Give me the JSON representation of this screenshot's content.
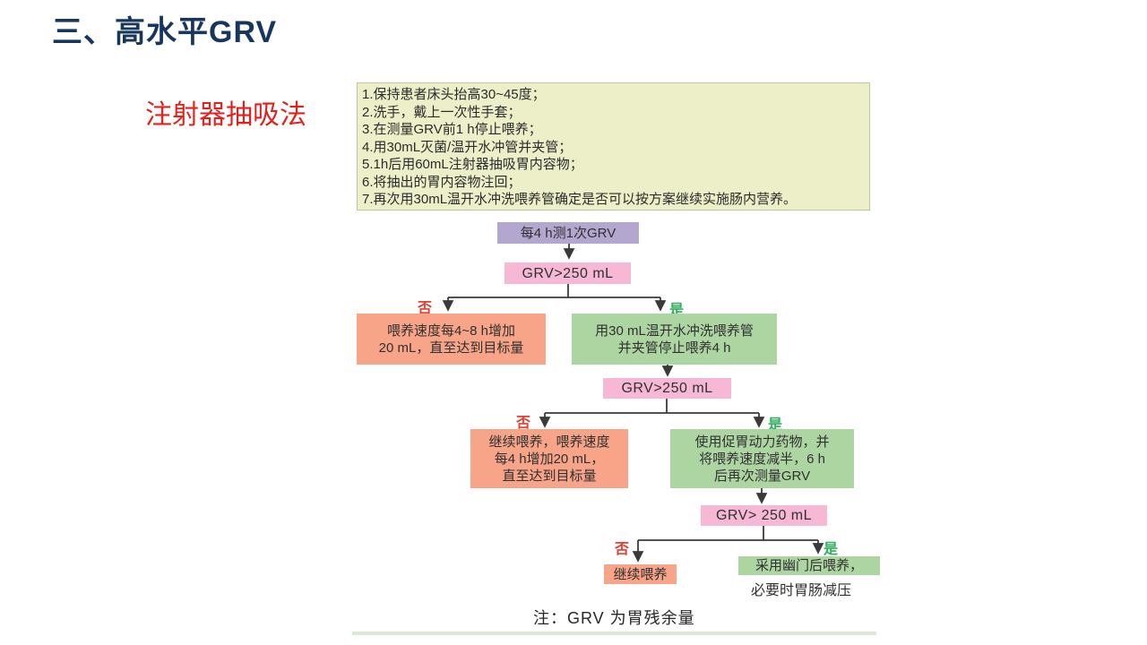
{
  "slide": {
    "title": "三、高水平GRV",
    "method_label": "注射器抽吸法",
    "note": "注：GRV 为胃残余量"
  },
  "procedure": {
    "steps": [
      "1.保持患者床头抬高30~45度；",
      "2.洗手，戴上一次性手套；",
      "3.在测量GRV前1 h停止喂养；",
      "4.用30mL灭菌/温开水冲管并夹管；",
      "5.1h后用60mL注射器抽吸胃内容物；",
      "6.将抽出的胃内容物注回；",
      "7.再次用30mL温开水冲洗喂养管确定是否可以按方案继续实施肠内营养。"
    ]
  },
  "flowchart": {
    "decision_labels": {
      "no": "否",
      "yes": "是"
    },
    "start": "每4 h测1次GRV",
    "check1": "GRV>250 mL",
    "no1": "喂养速度每4~8 h增加\n20 mL，直至达到目标量",
    "yes1": "用30 mL温开水冲洗喂养管\n并夹管停止喂养4 h",
    "check2": "GRV>250 mL",
    "no2": "继续喂养，喂养速度\n每4 h增加20 mL，\n直至达到目标量",
    "yes2": "使用促胃动力药物，并\n将喂养速度减半，6 h\n后再次测量GRV",
    "check3": "GRV> 250 mL",
    "no3": "继续喂养",
    "yes3": "采用幽门后喂养，",
    "yes3_extra": "必要时胃肠减压"
  },
  "colors": {
    "title": "#17365D",
    "method_label": "#E51F1A",
    "steps_bg": "#ECEFC8",
    "start_bg": "#B3A6CF",
    "check_bg": "#F6B8D4",
    "no_bg": "#F7A489",
    "yes_bg": "#ACD5A1",
    "no_label": "#E53E33",
    "yes_label": "#2FAE5B",
    "connector": "#3A3A3A"
  }
}
